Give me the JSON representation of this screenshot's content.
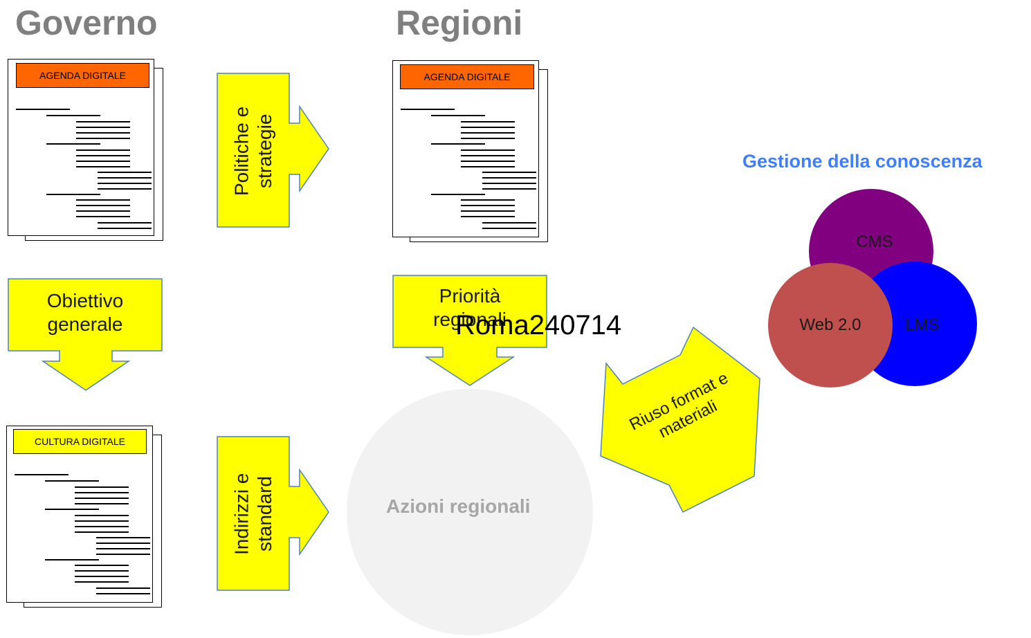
{
  "headings": {
    "left": "Governo",
    "right": "Regioni"
  },
  "documents": {
    "gov_agenda": "AGENDA DIGITALE",
    "reg_agenda": "AGENDA DIGITALE",
    "culture": "CULTURA DIGITALE"
  },
  "arrows": {
    "policies": "Politiche e strategie",
    "objective_line1": "Obiettivo",
    "objective_line2": "generale",
    "priorities_line1": "Priorità",
    "priorities_line2": "regionali",
    "guidelines": "Indirizzi e standard",
    "reuse": "Riuso format e materiali"
  },
  "actions": "Azioni regionali",
  "knowledge": {
    "title": "Gestione della conoscenza",
    "cms": "CMS",
    "lms": "LMS",
    "web": "Web 2.0"
  },
  "watermark": "Roma240714",
  "colors": {
    "heading": "#7f7f7f",
    "arrow_fill": "#ffff00",
    "arrow_stroke": "#4f81bd",
    "doc_label": "#ff6600",
    "cms": "#800080",
    "lms": "#0000ff",
    "web": "#c0504d",
    "actions_circle": "#f2f2f2",
    "km_title": "#3f7fff"
  }
}
